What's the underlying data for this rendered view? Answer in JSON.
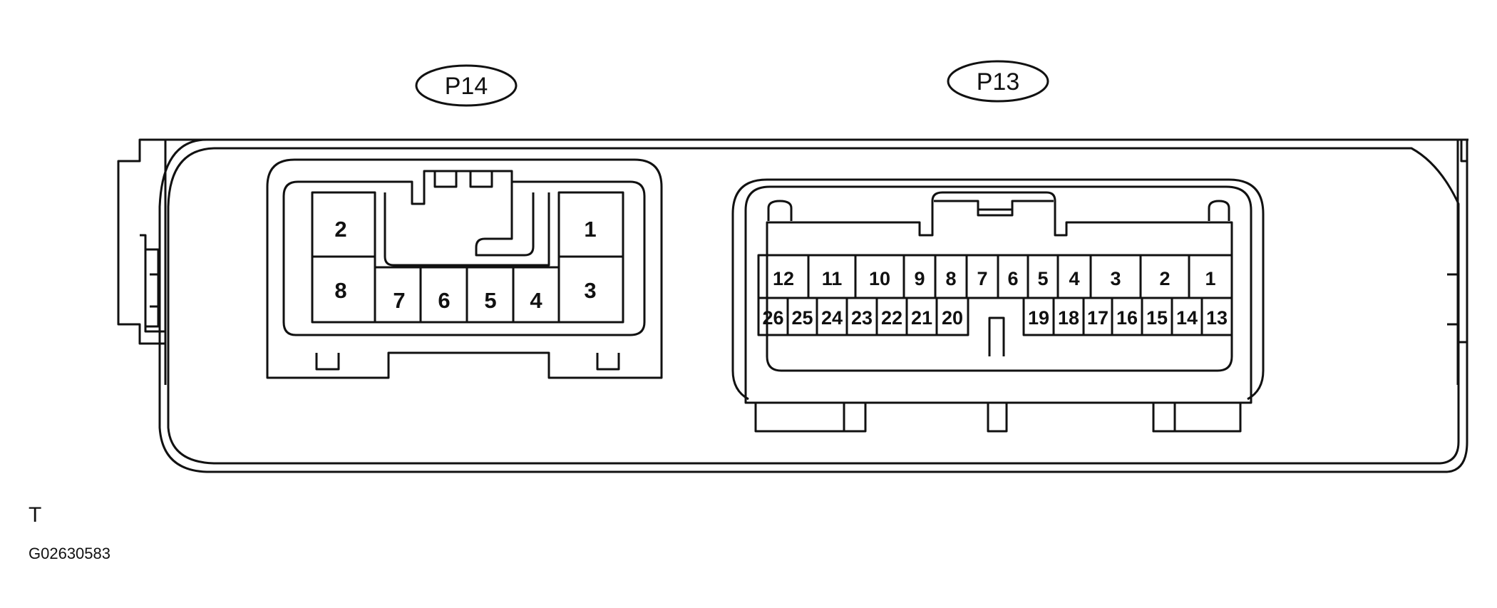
{
  "connectors": {
    "p14": {
      "label": "P14",
      "pins": {
        "p1": "1",
        "p2": "2",
        "p3": "3",
        "p4": "4",
        "p5": "5",
        "p6": "6",
        "p7": "7",
        "p8": "8"
      }
    },
    "p13": {
      "label": "P13",
      "top_row": [
        "12",
        "11",
        "10",
        "9",
        "8",
        "7",
        "6",
        "5",
        "4",
        "3",
        "2",
        "1"
      ],
      "bottom_left": [
        "26",
        "25",
        "24",
        "23",
        "22",
        "21",
        "20"
      ],
      "bottom_right": [
        "19",
        "18",
        "17",
        "16",
        "15",
        "14",
        "13"
      ]
    }
  },
  "footer": {
    "letter": "T",
    "code": "G02630583"
  }
}
